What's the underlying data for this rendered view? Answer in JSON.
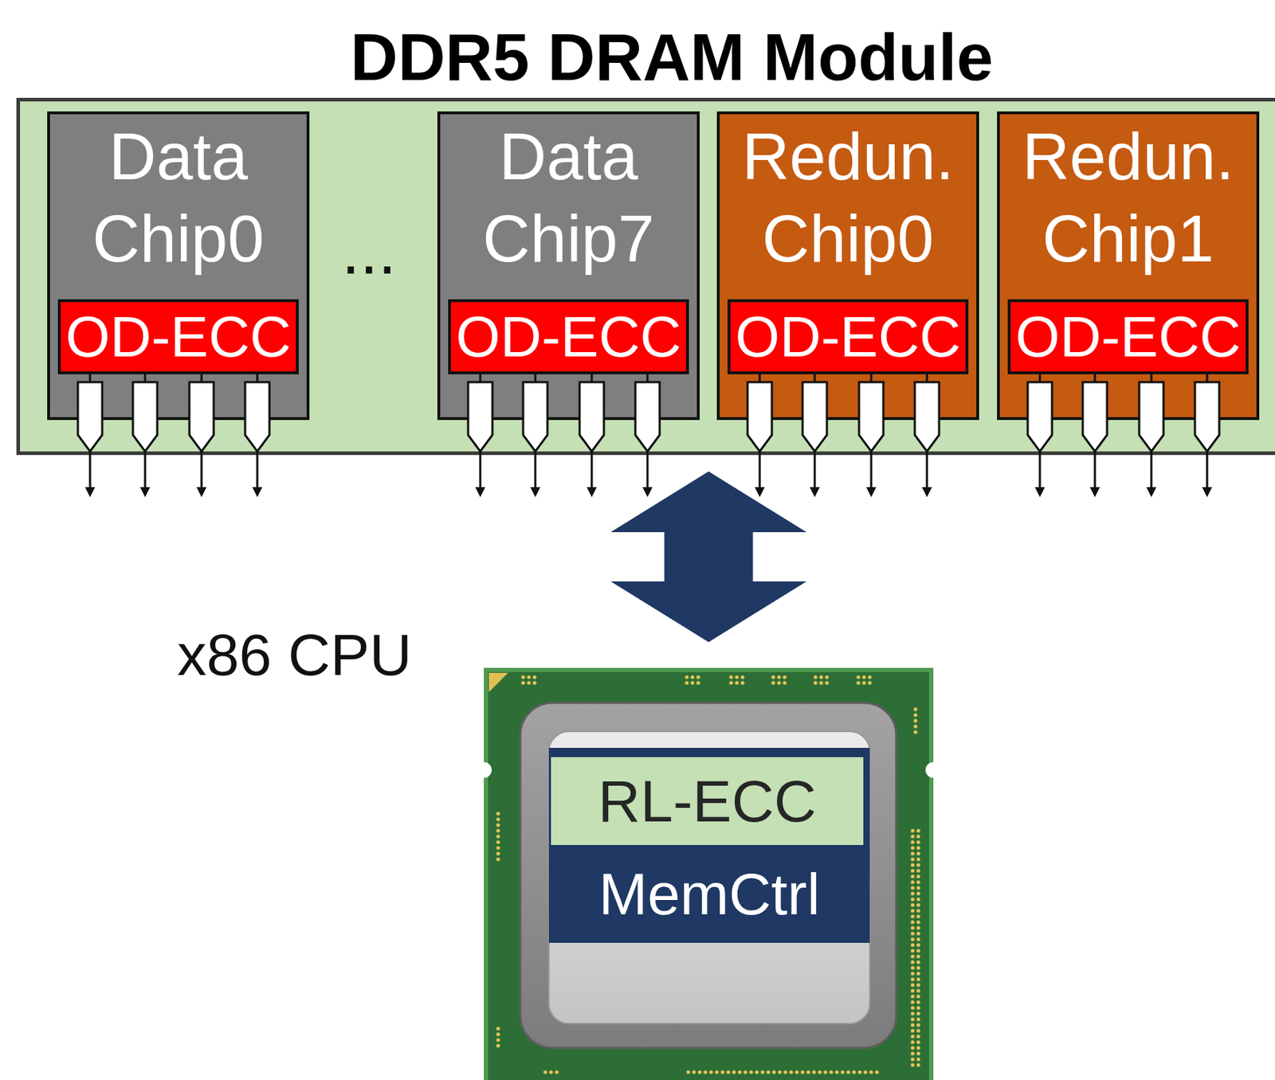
{
  "diagram": {
    "nodes": [
      {
        "text": [
          "DDR5 DRAM Module"
        ]
      },
      {
        "text": [
          "Data Chip0"
        ],
        "in": 0
      },
      {
        "text": [
          "OD-ECC"
        ],
        "in": 1
      },
      {
        "text": [
          "Data Chip7"
        ],
        "in": 0
      },
      {
        "text": [
          "OD-ECC"
        ],
        "in": 3
      },
      {
        "text": [
          "Redun. Chip0"
        ],
        "in": 0
      },
      {
        "text": [
          "OD-ECC"
        ],
        "in": 5
      },
      {
        "text": [
          "Redun. Chip1"
        ],
        "in": 0
      },
      {
        "text": [
          "OD-ECC"
        ],
        "in": 7
      },
      {
        "text": [
          "x86 CPU"
        ]
      },
      {
        "text": [
          "RL-ECC"
        ],
        "in": 9
      },
      {
        "text": [
          "MemCtrl"
        ],
        "in": 9
      }
    ],
    "edges": [
      {
        "from": 0,
        "to": 9,
        "arrow": "both"
      }
    ],
    "labels": [
      "..."
    ]
  }
}
